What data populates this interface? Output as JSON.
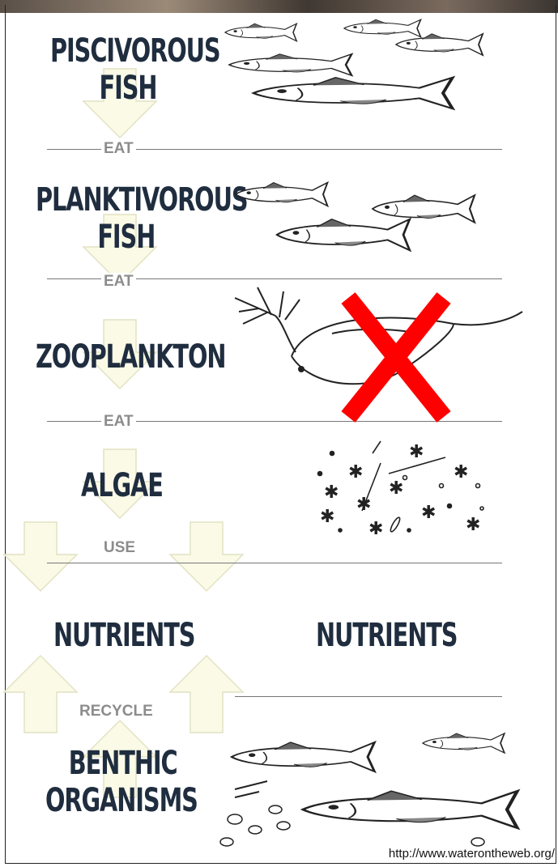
{
  "levels": {
    "piscivorous": {
      "line1": "PISCIVOROUS",
      "line2": "FISH"
    },
    "planktivorous": {
      "line1": "PLANKTIVOROUS",
      "line2": "FISH"
    },
    "zooplankton": "ZOOPLANKTON",
    "algae": "ALGAE",
    "nutrients_left": "NUTRIENTS",
    "nutrients_right": "NUTRIENTS",
    "benthic": {
      "line1": "BENTHIC",
      "line2": "ORGANISMS"
    }
  },
  "verbs": {
    "eat_1": "EAT",
    "eat_2": "EAT",
    "eat_3": "EAT",
    "use": "USE",
    "recycle": "RECYCLE"
  },
  "source_url": "http://www.waterontheweb.org/",
  "colors": {
    "label": "#1f2d3f",
    "verb": "#8c8c8c",
    "arrow_fill": "#fafae6",
    "arrow_stroke": "#e2e2c4",
    "cross": "#ff0000"
  }
}
